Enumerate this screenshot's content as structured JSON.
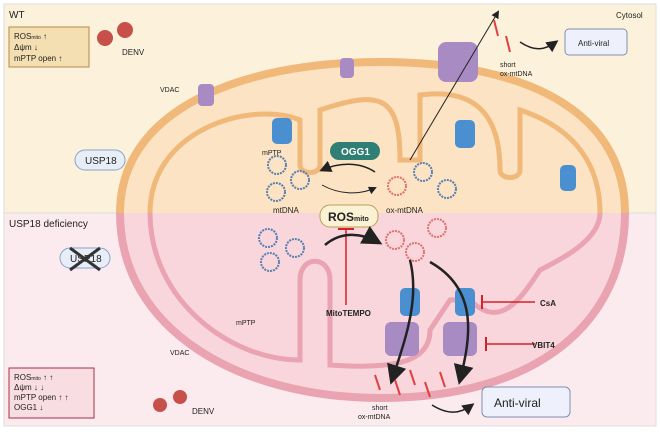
{
  "wt": {
    "label": "WT",
    "cytosol": "Cytosol",
    "box": [
      "ROS",
      "mito",
      " ↑",
      "Δψm ↓",
      "mPTP open ↑"
    ],
    "denv": "DENV",
    "vdac": "VDAC",
    "mptp": "mPTP",
    "usp18": "USP18",
    "ogg1": "OGG1",
    "mtdna": "mtDNA",
    "ox_mtdna": "ox-mtDNA",
    "short1": "short",
    "short2": "ox-mtDNA",
    "antiviral": "Anti-viral"
  },
  "ko": {
    "label": "USP18 deficiency",
    "box": [
      "ROS",
      "mito",
      " ↑ ↑",
      "Δψm ↓ ↓",
      "mPTP open ↑ ↑",
      "OGG1 ↓"
    ],
    "denv": "DENV",
    "vdac": "VDAC",
    "mptp": "mPTP",
    "usp18": "USP18",
    "ros": "ROS",
    "ros_sub": "mito",
    "mitotempo": "MitoTEMPO",
    "csa": "CsA",
    "vbit4": "VBIT4",
    "short1": "short",
    "short2": "ox-mtDNA",
    "antiviral": "Anti-viral"
  },
  "colors": {
    "wt_bg": "#fcf2dc",
    "ko_bg": "#fbebee",
    "inhibitor": "#d8222a",
    "ogg1": "#2f7f74",
    "vdac": "#a98bc4",
    "mptp": "#4a8fd0"
  }
}
